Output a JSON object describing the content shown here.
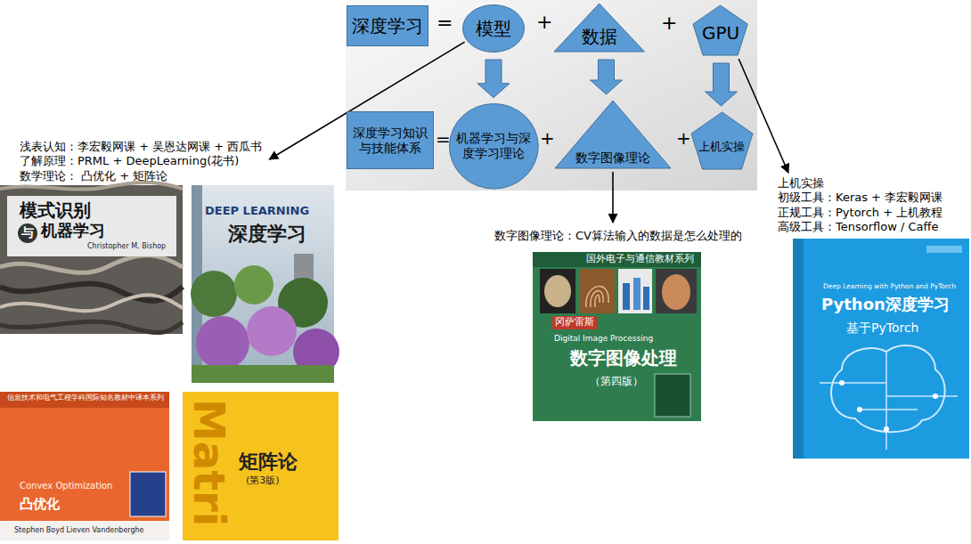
{
  "diagram": {
    "nodes": [
      {
        "text": [
          "深度学习"
        ]
      },
      {
        "text": [
          "模型"
        ]
      },
      {
        "text": [
          "数据"
        ]
      },
      {
        "text": [
          "GPU"
        ]
      },
      {
        "text": [
          "深度学习知识与技能体系"
        ]
      },
      {
        "text": [
          "机器学习与深度学习理论"
        ]
      },
      {
        "text": [
          "数字图像理论"
        ]
      },
      {
        "text": [
          "上机实操"
        ]
      },
      {
        "text": [
          "浅表认知：李宏毅网课 + 吴恩达网课 + 西瓜书",
          "了解原理：PRML + DeepLearning(花书)",
          "数学理论： 凸优化 + 矩阵论"
        ]
      },
      {
        "text": [
          "数字图像理论：CV算法输入的数据是怎么处理的"
        ]
      },
      {
        "text": [
          "上机实操",
          "初级工具：Keras + 李宏毅网课",
          "正规工具：Pytorch + 上机教程",
          "高级工具：Tensorflow / Caffe"
        ]
      }
    ],
    "edges": [
      {
        "from": 1,
        "to": 5,
        "arrow": "to"
      },
      {
        "from": 2,
        "to": 6,
        "arrow": "to"
      },
      {
        "from": 3,
        "to": 7,
        "arrow": "to"
      },
      {
        "from": 1,
        "to": 8,
        "arrow": "to"
      },
      {
        "from": 6,
        "to": 9,
        "arrow": "to"
      },
      {
        "from": 3,
        "to": 10,
        "arrow": "to"
      }
    ],
    "labels": [
      "=",
      "+",
      "+",
      "=",
      "+",
      "+",
      "模式识别",
      "与",
      "机器学习",
      "Christopher M. Bishop",
      "DEEP LEARNING",
      "深度学习",
      "信息技术和电气工程学科国际知名教材中译本系列",
      "Convex Optimization",
      "凸优化",
      "Stephen Boyd Lieven Vandenberghe",
      "Matri",
      "矩阵论",
      "(第3版)",
      "国外电子与通信教材系列",
      "冈萨雷斯",
      "Digital Image Processing",
      "数字图像处理",
      "（第四版）",
      "Deep Learning with Python and PyTorch",
      "Python深度学习",
      "基于PyTorch"
    ]
  }
}
